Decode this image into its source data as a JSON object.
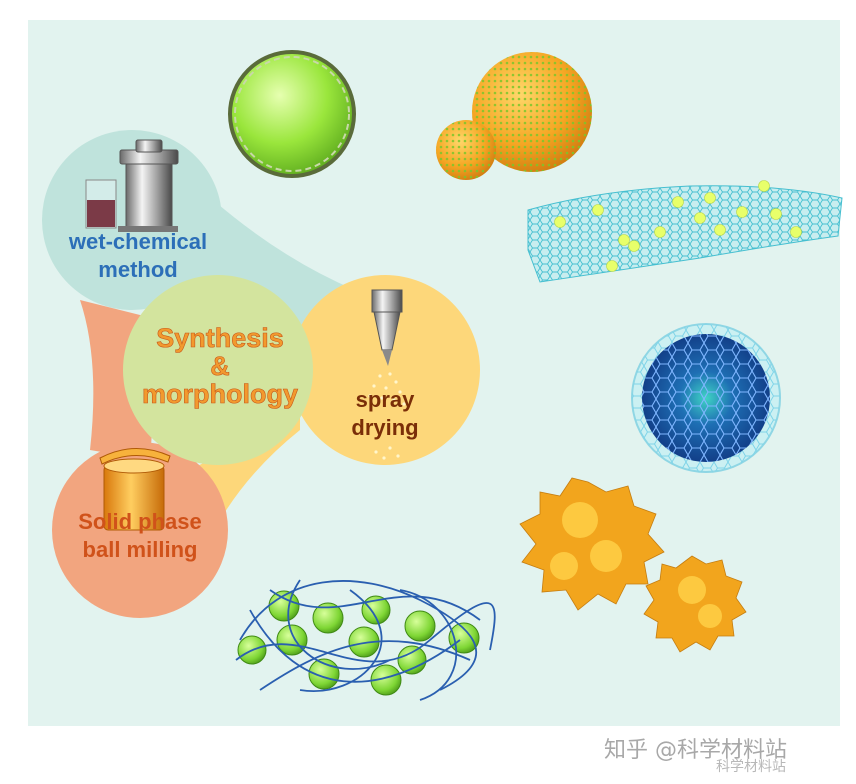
{
  "diagram": {
    "center_label": [
      "Synthesis",
      "&",
      "morphology"
    ],
    "methods": [
      {
        "id": "wet",
        "lines": [
          "wet-chemical",
          "method"
        ]
      },
      {
        "id": "spray",
        "lines": [
          "spray",
          "drying"
        ]
      },
      {
        "id": "solid",
        "lines": [
          "Solid phase",
          "ball milling"
        ]
      }
    ]
  },
  "watermark": {
    "main": "知乎 @科学材料站",
    "sub": "科学材料站"
  },
  "colors": {
    "panel_bg": "#e2f3ef",
    "wet_lobe": "#bfe3dc",
    "spray_lobe": "#fdd77a",
    "solid_lobe": "#f2a57f",
    "center_disk": "#d3e49e",
    "wet_text": "#2c6fb8",
    "spray_text": "#7a2e08",
    "solid_text": "#d0521a",
    "center_text": "#f29a2e"
  }
}
